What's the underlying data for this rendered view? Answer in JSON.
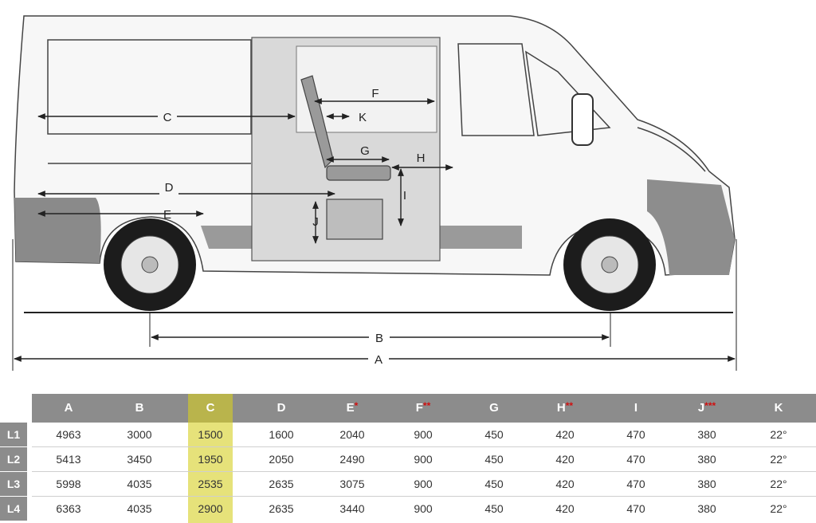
{
  "diagram": {
    "dimension_labels": [
      "A",
      "B",
      "C",
      "D",
      "E",
      "F",
      "G",
      "H",
      "I",
      "J",
      "K"
    ]
  },
  "table": {
    "headers": [
      "A",
      "B",
      "C",
      "D",
      "E",
      "F",
      "G",
      "H",
      "I",
      "J",
      "K"
    ],
    "header_marks": [
      "",
      "",
      "",
      "",
      "*",
      "**",
      "",
      "**",
      "",
      "***",
      ""
    ],
    "highlight_color": "#e6e27a",
    "rows": [
      {
        "label": "L1",
        "values": [
          "4963",
          "3000",
          "1500",
          "1600",
          "2040",
          "900",
          "450",
          "420",
          "470",
          "380",
          "22°"
        ]
      },
      {
        "label": "L2",
        "values": [
          "5413",
          "3450",
          "1950",
          "2050",
          "2490",
          "900",
          "450",
          "420",
          "470",
          "380",
          "22°"
        ]
      },
      {
        "label": "L3",
        "values": [
          "5998",
          "4035",
          "2535",
          "2635",
          "3075",
          "900",
          "450",
          "420",
          "470",
          "380",
          "22°"
        ]
      },
      {
        "label": "L4",
        "values": [
          "6363",
          "4035",
          "2900",
          "2635",
          "3440",
          "900",
          "450",
          "420",
          "470",
          "380",
          "22°"
        ]
      }
    ]
  }
}
